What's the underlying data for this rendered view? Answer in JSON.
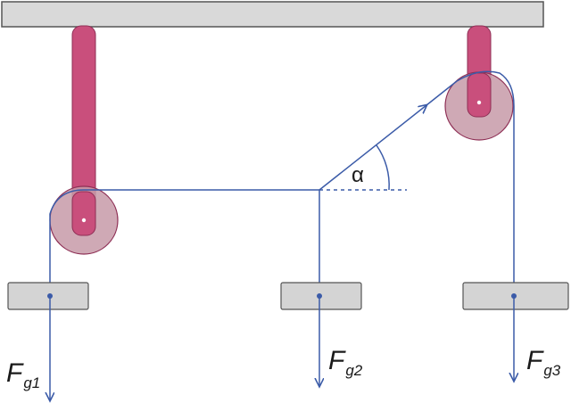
{
  "diagram": {
    "angle_symbol": "α",
    "forces": [
      {
        "symbol": "F",
        "subscript": "g1"
      },
      {
        "symbol": "F",
        "subscript": "g2"
      },
      {
        "symbol": "F",
        "subscript": "g3"
      }
    ],
    "colors": {
      "ceiling_fill": "#d9d9d9",
      "ceiling_stroke": "#555555",
      "support_rod": "#c94f7c",
      "support_rod_stroke": "#8e2f55",
      "pulley_fill": "#c79aa8",
      "pulley_stroke": "#8e2f55",
      "rope": "#3b5ba8",
      "weight_fill": "#d4d4d4",
      "weight_stroke": "#555555",
      "angle_guide": "#3b5ba8"
    }
  }
}
